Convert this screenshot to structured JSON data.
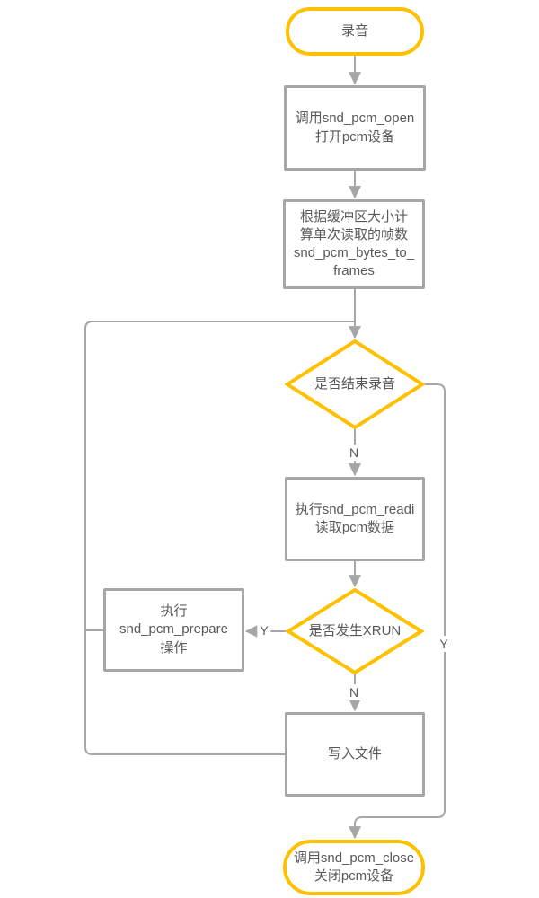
{
  "diagram": {
    "type": "flowchart",
    "colors": {
      "accent": "#FFC000",
      "line": "#A6A6A6",
      "text": "#595959",
      "background": "#FFFFFF"
    },
    "nodes": {
      "start": {
        "type": "terminator",
        "label": "录音"
      },
      "open_pcm": {
        "type": "process",
        "label": "调用snd_pcm_open\n打开pcm设备"
      },
      "calc_frames": {
        "type": "process",
        "label": "根据缓冲区大小计\n算单次读取的帧数\nsnd_pcm_bytes_to_\nframes"
      },
      "finish_check": {
        "type": "decision",
        "label": "是否结束录音"
      },
      "read_pcm": {
        "type": "process",
        "label": "执行snd_pcm_readi\n读取pcm数据"
      },
      "xrun_check": {
        "type": "decision",
        "label": "是否发生XRUN"
      },
      "prepare": {
        "type": "process",
        "label": "执行\nsnd_pcm_prepare\n操作"
      },
      "write_file": {
        "type": "process",
        "label": "写入文件"
      },
      "close_pcm": {
        "type": "terminator",
        "label": "调用snd_pcm_close\n关闭pcm设备"
      }
    },
    "edge_labels": {
      "finish_no": "N",
      "finish_yes": "Y",
      "xrun_yes": "Y",
      "xrun_no": "N"
    }
  }
}
